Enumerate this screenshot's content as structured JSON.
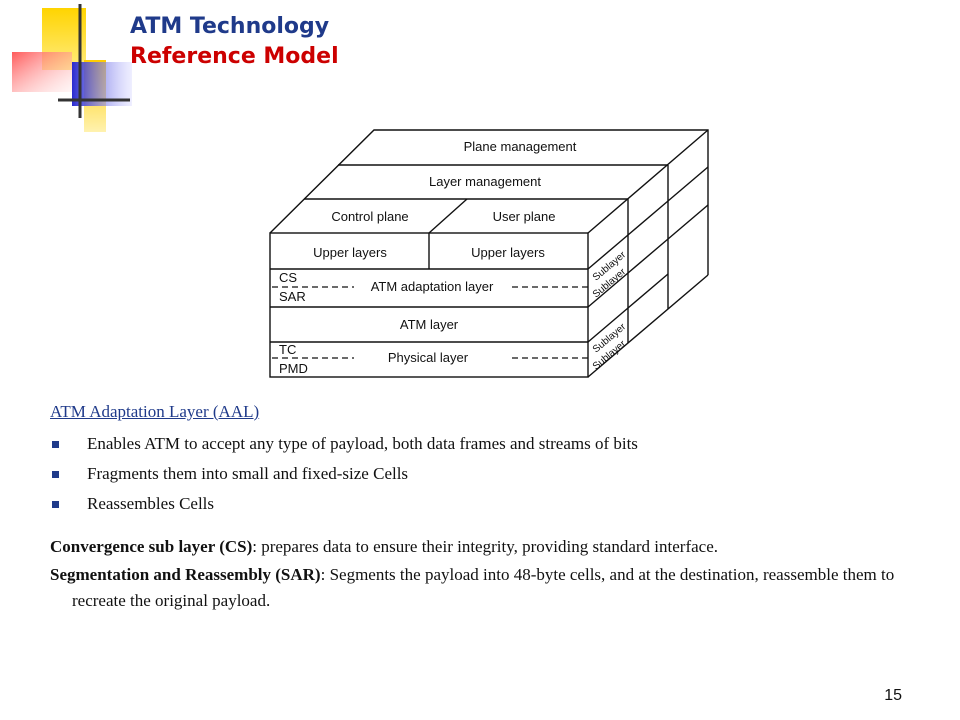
{
  "slide": {
    "title_line1": "ATM Technology",
    "title_line2": "Reference Model",
    "page_number": "15"
  },
  "diagram": {
    "plane_management": "Plane management",
    "layer_management": "Layer management",
    "control_plane": "Control plane",
    "user_plane": "User plane",
    "upper_layers_left": "Upper layers",
    "upper_layers_right": "Upper layers",
    "cs": "CS",
    "atm_adaptation_layer": "ATM adaptation layer",
    "sar": "SAR",
    "atm_layer": "ATM layer",
    "tc": "TC",
    "physical_layer": "Physical layer",
    "pmd": "PMD",
    "sublayer": "Sublayer"
  },
  "content": {
    "aal_heading": "ATM Adaptation Layer (AAL)",
    "bullets": [
      "Enables ATM to accept any type of payload, both data frames and streams of bits",
      "Fragments them into small and fixed-size Cells",
      "Reassembles Cells"
    ],
    "definitions": [
      {
        "term": "Convergence sub layer (CS)",
        "text": ": prepares data to ensure their integrity, providing standard interface."
      },
      {
        "term": "Segmentation and Reassembly (SAR)",
        "text": ": Segments the payload into 48-byte cells, and at the destination, reassemble them to recreate the original payload."
      }
    ]
  },
  "colors": {
    "title_blue": "#1f3a8a",
    "title_red": "#cc0000",
    "logo_yellow": "#ffcc00",
    "logo_red": "#ff3333",
    "logo_blue": "#3333cc"
  }
}
